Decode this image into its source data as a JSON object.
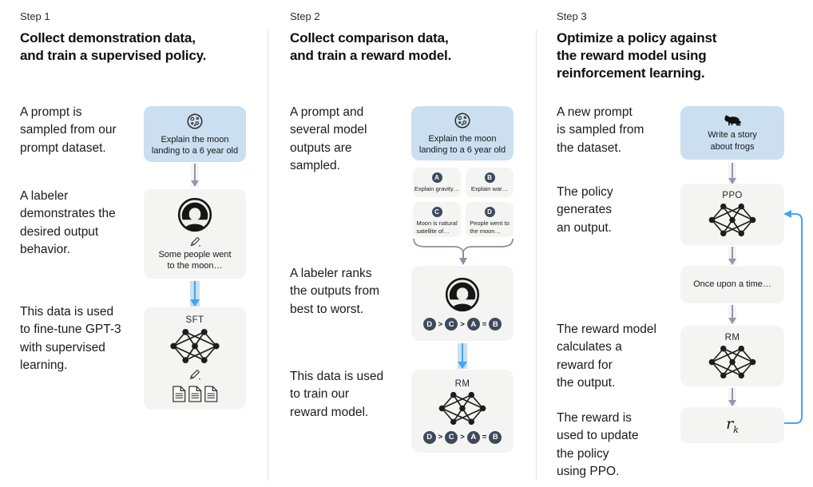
{
  "colors": {
    "prompt_box_blue": "#cbdff0",
    "panel_gray": "#f4f4f3",
    "accent_blue_arrow": "#41a6f1",
    "gray_arrow": "#9097a8",
    "rank_circle_dark": "#3f495c"
  },
  "icons": {
    "moon": "moon-icon",
    "frog": "frog-icon",
    "labeler": "labeler-avatar-icon",
    "pencil": "pencil-icon",
    "network": "neural-network-icon",
    "document": "document-icon"
  },
  "step1": {
    "label": "Step 1",
    "title": "Collect demonstration data,\nand train a supervised policy.",
    "para_prompt": "A prompt is\nsampled from our\nprompt dataset.",
    "para_labeler": "A labeler\ndemonstrates the\ndesired output\nbehavior.",
    "para_data": "This data is used\nto fine-tune GPT-3\nwith supervised\nlearning.",
    "prompt_box_text": "Explain the moon\nlanding to a 6 year old",
    "labeler_box_text": "Some people went\nto the moon…",
    "model_label": "SFT"
  },
  "step2": {
    "label": "Step 2",
    "title": "Collect comparison data,\nand train a reward model.",
    "para_prompt": "A prompt and\nseveral model\noutputs are\nsampled.",
    "para_labeler": "A labeler ranks\nthe outputs from\nbest to worst.",
    "para_data": "This data is used\nto train our\nreward model.",
    "prompt_box_text": "Explain the moon\nlanding to a 6 year old",
    "outputs": [
      {
        "letter": "A",
        "text": "Explain gravity…"
      },
      {
        "letter": "B",
        "text": "Explain war…"
      },
      {
        "letter": "C",
        "text": "Moon is natural\nsatellite of…"
      },
      {
        "letter": "D",
        "text": "People went to\nthe moon…"
      }
    ],
    "ranking": [
      "D",
      ">",
      "C",
      ">",
      "A",
      "=",
      "B"
    ],
    "model_label": "RM"
  },
  "step3": {
    "label": "Step 3",
    "title": "Optimize a policy against\nthe reward model using\nreinforcement learning.",
    "para_prompt": "A new prompt\nis sampled from\nthe dataset.",
    "para_policy": "The policy\ngenerates\nan output.",
    "para_reward_model": "The reward model\ncalculates a\nreward for\nthe output.",
    "para_reward_update": "The reward is\nused to update\nthe policy\nusing PPO.",
    "prompt_box_text": "Write a story\nabout frogs",
    "policy_label": "PPO",
    "output_box_text": "Once upon a time…",
    "reward_model_label": "RM",
    "reward_symbol": "r",
    "reward_subscript": "k"
  }
}
